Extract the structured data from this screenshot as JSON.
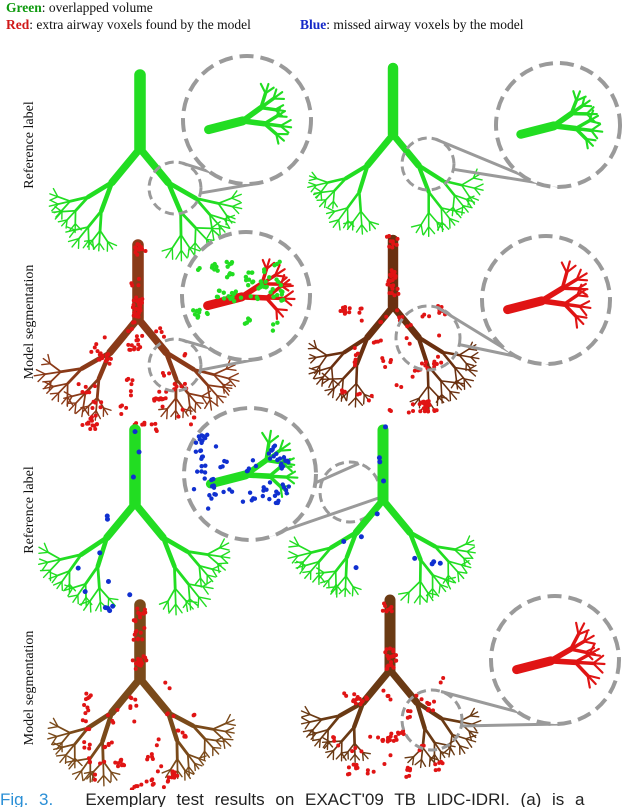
{
  "legend": {
    "green_key": "Green",
    "green_text": ": overlapped volume",
    "red_key": "Red",
    "red_text": ": extra airway voxels found by the model",
    "blue_key": "Blue",
    "blue_text": ": missed airway voxels by the model"
  },
  "rows": [
    {
      "label": "Reference label"
    },
    {
      "label": "Model segmentation"
    },
    {
      "label": "Reference label"
    },
    {
      "label": "Model segmentation"
    }
  ],
  "caption": {
    "fig": "Fig. 3.",
    "text": "Exemplary test results on EXACT'09 TB LIDC-IDRI. (a) is a"
  },
  "colors": {
    "overlap": "#22dd22",
    "extra": "#e01414",
    "missed": "#1030d0",
    "magnifier": "#9a9a9a",
    "caption_fig": "#2a8fd6"
  }
}
